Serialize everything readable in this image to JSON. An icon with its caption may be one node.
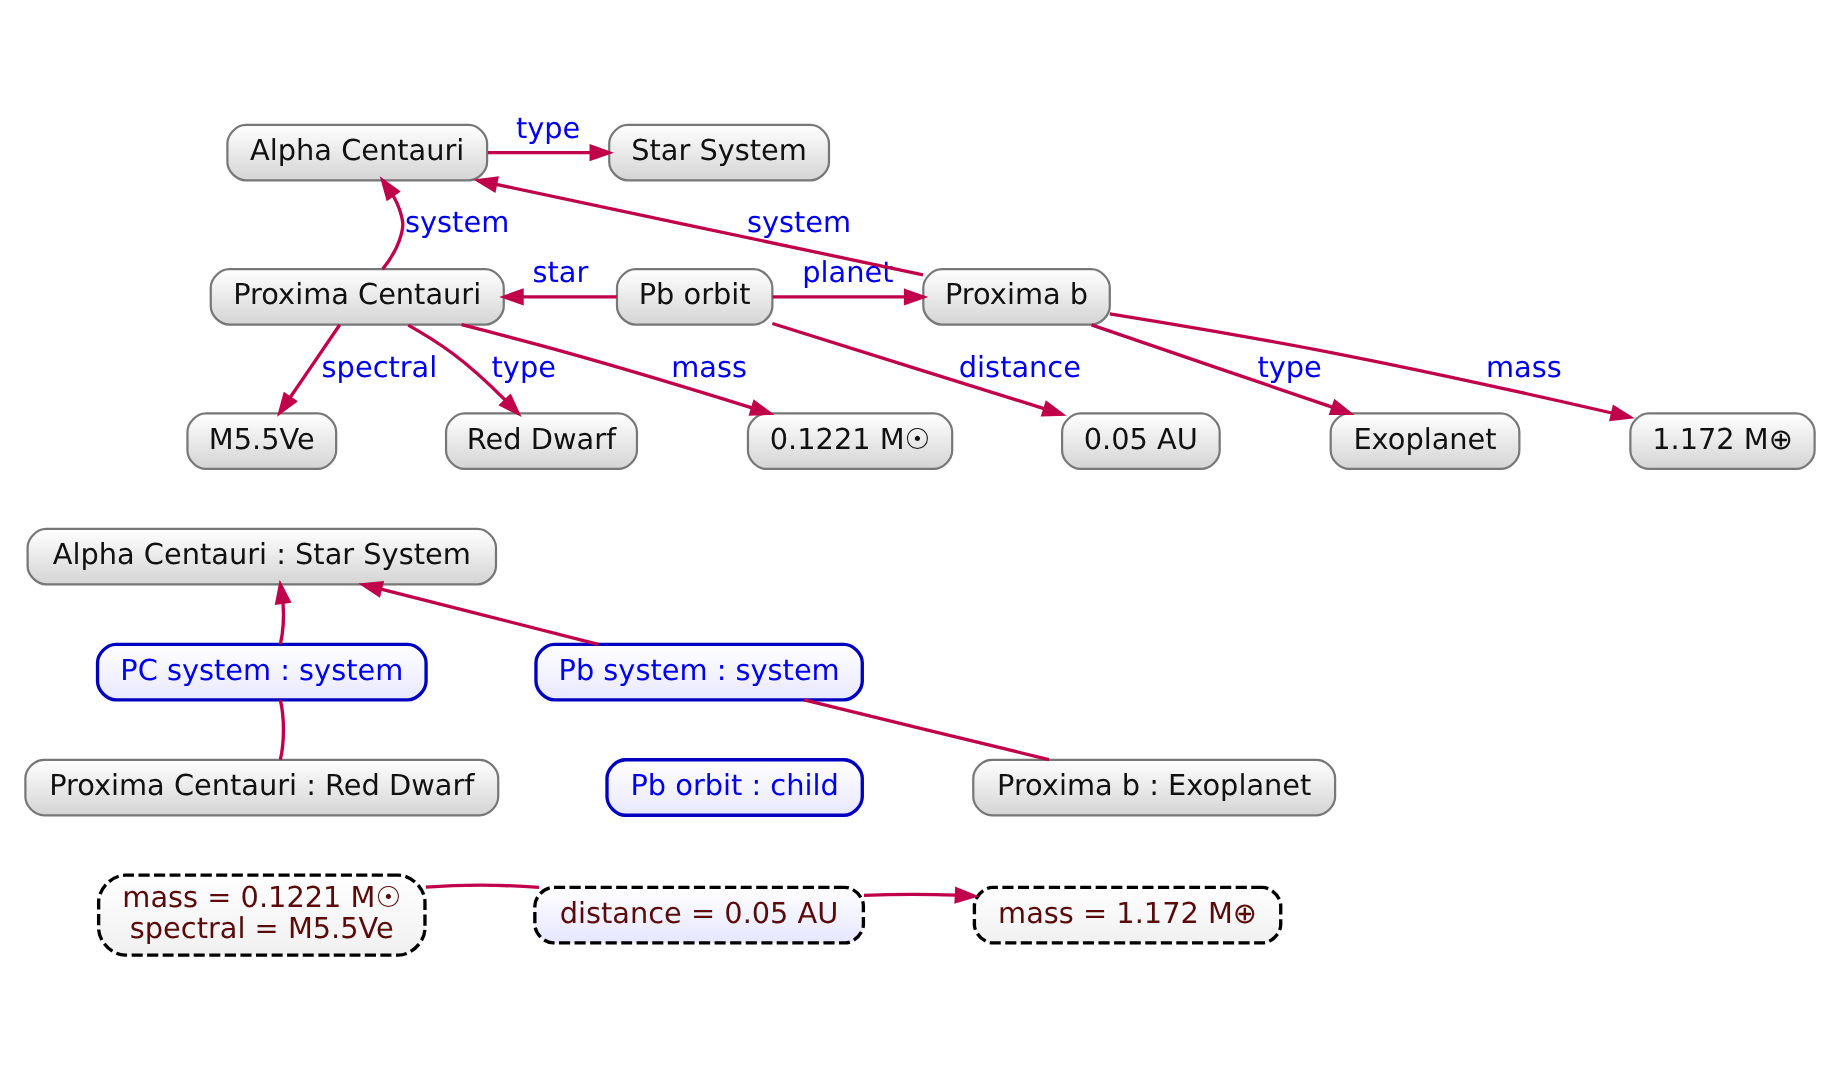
{
  "diagram": {
    "nodes": [
      {
        "text": [
          "Alpha Centauri"
        ]
      },
      {
        "text": [
          "Star System"
        ]
      },
      {
        "text": [
          "Proxima Centauri"
        ]
      },
      {
        "text": [
          "Pb orbit"
        ]
      },
      {
        "text": [
          "Proxima b"
        ]
      },
      {
        "text": [
          "M5.5Ve"
        ]
      },
      {
        "text": [
          "Red Dwarf"
        ]
      },
      {
        "text": [
          "0.1221 M☉"
        ]
      },
      {
        "text": [
          "0.05 AU"
        ]
      },
      {
        "text": [
          "Exoplanet"
        ]
      },
      {
        "text": [
          "1.172 M⊕"
        ]
      },
      {
        "text": [
          "Alpha Centauri : Star System"
        ]
      },
      {
        "text": [
          "PC system : system"
        ]
      },
      {
        "text": [
          "Pb system : system"
        ]
      },
      {
        "text": [
          "Proxima Centauri : Red Dwarf"
        ]
      },
      {
        "text": [
          "mass = 0.1221 M☉",
          "spectral = M5.5Ve"
        ]
      },
      {
        "text": [
          "Pb orbit : child"
        ]
      },
      {
        "text": [
          "distance = 0.05 AU"
        ]
      },
      {
        "text": [
          "Proxima b : Exoplanet"
        ]
      },
      {
        "text": [
          "mass = 1.172 M⊕"
        ]
      }
    ],
    "edges": [
      {
        "from": 0,
        "to": 1,
        "arrow": "to",
        "label": "type"
      },
      {
        "from": 2,
        "to": 0,
        "arrow": "to",
        "label": "system"
      },
      {
        "from": 4,
        "to": 0,
        "arrow": "to",
        "label": "system"
      },
      {
        "from": 3,
        "to": 2,
        "arrow": "to",
        "label": "star"
      },
      {
        "from": 3,
        "to": 4,
        "arrow": "to",
        "label": "planet"
      },
      {
        "from": 2,
        "to": 5,
        "arrow": "to",
        "label": "spectral"
      },
      {
        "from": 2,
        "to": 6,
        "arrow": "to",
        "label": "type"
      },
      {
        "from": 2,
        "to": 7,
        "arrow": "to",
        "label": "mass"
      },
      {
        "from": 3,
        "to": 8,
        "arrow": "to",
        "label": "distance"
      },
      {
        "from": 4,
        "to": 9,
        "arrow": "to",
        "label": "type"
      },
      {
        "from": 4,
        "to": 10,
        "arrow": "to",
        "label": "mass"
      },
      {
        "from": 14,
        "to": 12,
        "arrow": "none"
      },
      {
        "from": 12,
        "to": 11,
        "arrow": "to"
      },
      {
        "from": 18,
        "to": 13,
        "arrow": "none"
      },
      {
        "from": 13,
        "to": 11,
        "arrow": "to"
      },
      {
        "from": 15,
        "to": 17,
        "arrow": "none"
      },
      {
        "from": 17,
        "to": 19,
        "arrow": "to"
      }
    ]
  }
}
